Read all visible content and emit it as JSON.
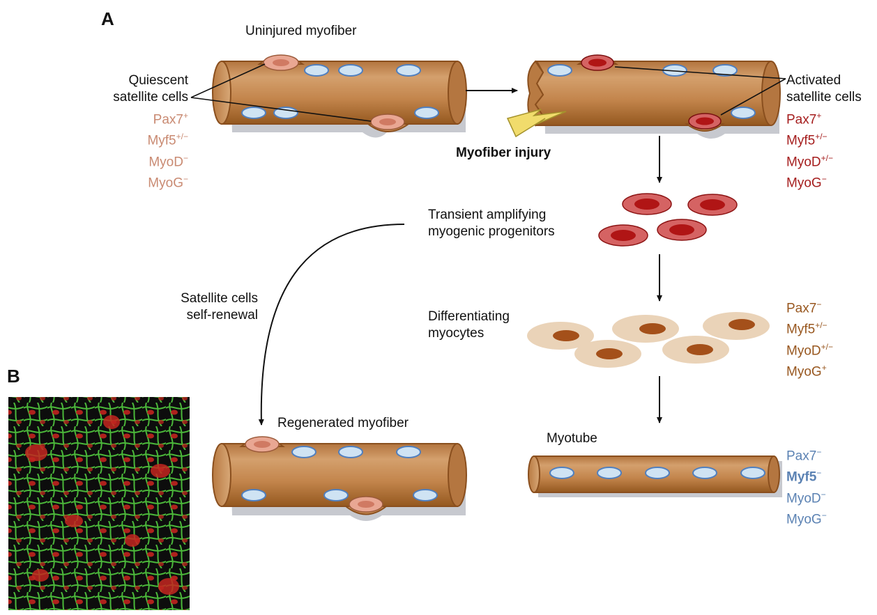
{
  "panels": {
    "a": "A",
    "b": "B"
  },
  "labels": {
    "uninjured": "Uninjured myofiber",
    "quiescent": [
      "Quiescent",
      "satellite cells"
    ],
    "activated": [
      "Activated",
      "satellite cells"
    ],
    "injury": "Myofiber injury",
    "transient": [
      "Transient amplifying",
      "myogenic progenitors"
    ],
    "renewal": [
      "Satellite cells",
      "self-renewal"
    ],
    "differentiating": [
      "Differentiating",
      "myocytes"
    ],
    "regenerated": "Regenerated myofiber",
    "myotube": "Myotube"
  },
  "markers": {
    "quiescent": [
      {
        "name": "Pax7",
        "state": "+"
      },
      {
        "name": "Myf5",
        "state": "+/−"
      },
      {
        "name": "MyoD",
        "state": "−"
      },
      {
        "name": "MyoG",
        "state": "−"
      }
    ],
    "activated": [
      {
        "name": "Pax7",
        "state": "+"
      },
      {
        "name": "Myf5",
        "state": "+/−"
      },
      {
        "name": "MyoD",
        "state": "+/−"
      },
      {
        "name": "MyoG",
        "state": "−"
      }
    ],
    "differentiating": [
      {
        "name": "Pax7",
        "state": "−"
      },
      {
        "name": "Myf5",
        "state": "+/−"
      },
      {
        "name": "MyoD",
        "state": "+/−"
      },
      {
        "name": "MyoG",
        "state": "+"
      }
    ],
    "myotube": [
      {
        "name": "Pax7",
        "state": "−"
      },
      {
        "name": "Myf5",
        "state": "−"
      },
      {
        "name": "MyoD",
        "state": "−"
      },
      {
        "name": "MyoG",
        "state": "−"
      }
    ]
  },
  "colors": {
    "fiber": "#c68a52",
    "fiber_edge": "#8a4f1e",
    "shadow": "#c9cbd1",
    "nucleus": "#cfe3f3",
    "nucleus_edge": "#4f7fbf",
    "quiescent_cell": "#e9a793",
    "quiescent_core": "#d07a63",
    "activated_cell": "#d56363",
    "activated_core": "#b01515",
    "myocyte": "#ead3b8",
    "myocyte_core": "#a4501a",
    "marker_quiescent": "#c98a72",
    "marker_activated": "#a51d1d",
    "marker_differentiating": "#98571f",
    "marker_myotube": "#5b82b3"
  }
}
